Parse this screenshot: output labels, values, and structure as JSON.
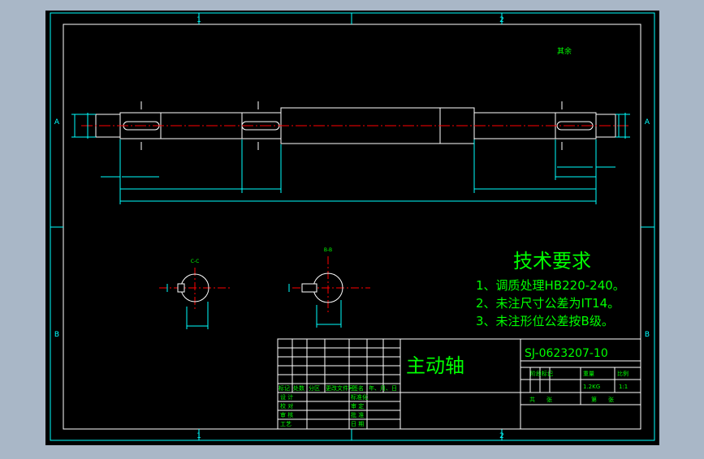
{
  "colors": {
    "background": "#a9b7c7",
    "canvas": "#000000",
    "frame": "#ffffff",
    "dimension": "#00ffff",
    "text": "#00ff00",
    "centerline": "#ff0000",
    "outline": "#ffffff"
  },
  "zones": {
    "top": [
      "1",
      "2"
    ],
    "bottom": [
      "1",
      "2"
    ],
    "left": [
      "A",
      "B"
    ],
    "right": [
      "A",
      "B"
    ]
  },
  "note_top_right": "其余",
  "technical_requirements": {
    "heading": "技术要求",
    "items": [
      "1、调质处理HB220-240。",
      "2、未注尺寸公差为IT14。",
      "3、未注形位公差按B级。"
    ]
  },
  "title_block": {
    "part_name": "主动轴",
    "drawing_number": "SJ-0623207-10",
    "stage_label": "阶段标记",
    "weight_label": "重量",
    "scale_label": "比例",
    "weight": "1.2KG",
    "scale": "1:1",
    "sheet_total": "共　　张",
    "sheet_no": "第　　张",
    "change_header": [
      "标记",
      "处数",
      "分区",
      "更改文件号",
      "签名",
      "年、月、日"
    ],
    "rows": [
      [
        "设 计",
        "",
        "标准化"
      ],
      [
        "校 对",
        "",
        "审 定"
      ],
      [
        "审 核",
        "",
        "批 准"
      ],
      [
        "工艺",
        "",
        "日 期"
      ]
    ]
  },
  "section_labels": {
    "left": "C-C",
    "right": "B-B"
  }
}
